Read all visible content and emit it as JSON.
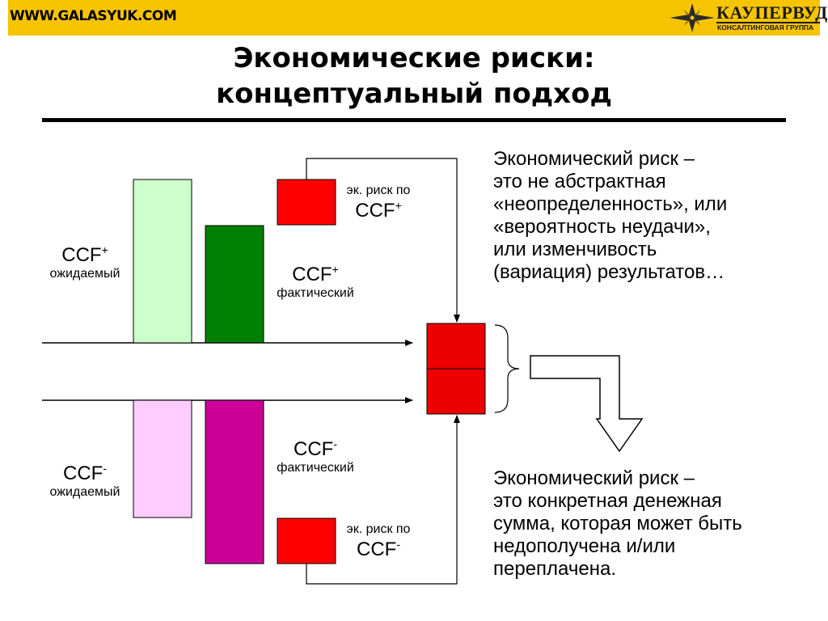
{
  "header": {
    "site_url": "WWW.GALASYUK.COM",
    "logo_name": "КАУПЕРВУД",
    "logo_subtitle": "КОНСАЛТИНГОВАЯ ГРУППА"
  },
  "title": {
    "line1": "Экономические риски:",
    "line2": "концептуальный подход"
  },
  "diagram": {
    "ccf_base": "CCF",
    "sup_plus": "+",
    "sup_minus": "-",
    "expected_label": "ожидаемый",
    "actual_label": "фактический",
    "risk_by_label": "эк. риск по"
  },
  "text": {
    "top_lines": [
      "Экономический риск –",
      "это не абстрактная",
      "«неопределенность», или",
      "«вероятность неудачи»,",
      "или изменчивость",
      "(вариация) результатов…"
    ],
    "bottom_lines": [
      "Экономический риск –",
      "это конкретная денежная",
      "сумма, которая может быть",
      "недополучена и/или",
      "переплачена."
    ]
  },
  "colors": {
    "header_bg": "#f6c400",
    "ccf_plus_expected": "#ccffcc",
    "ccf_plus_actual": "#008000",
    "ccf_minus_expected": "#ffccff",
    "ccf_minus_actual": "#cc0099",
    "risk_red": "#ff0000",
    "sum_red": "#ee0000"
  }
}
